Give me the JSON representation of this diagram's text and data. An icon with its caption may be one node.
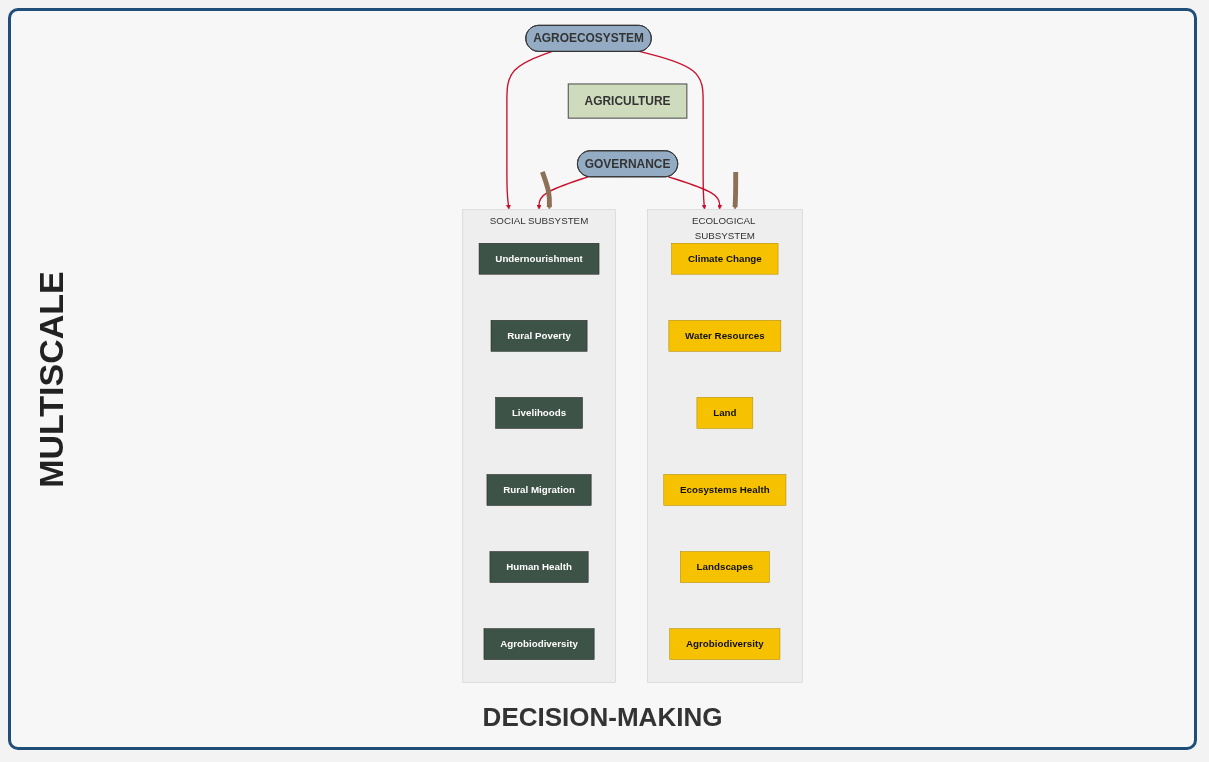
{
  "diagram": {
    "nodes": [
      {
        "text": [
          "AGROECOSYSTEM"
        ]
      },
      {
        "text": [
          "SOCIAL SUBSYSTEM"
        ]
      },
      {
        "text": [
          "Undernourishment"
        ],
        "in": 1
      },
      {
        "text": [
          "Rural Poverty"
        ],
        "in": 1
      },
      {
        "text": [
          "Livelihoods"
        ],
        "in": 1
      },
      {
        "text": [
          "Rural Migration"
        ],
        "in": 1
      },
      {
        "text": [
          "Human Health"
        ],
        "in": 1
      },
      {
        "text": [
          "Agrobiodiversity"
        ],
        "in": 1
      },
      {
        "text": [
          "ECOLOGICAL SUBSYSTEM"
        ]
      },
      {
        "text": [
          "Climate Change"
        ],
        "in": 8
      },
      {
        "text": [
          "Water Resources"
        ],
        "in": 8
      },
      {
        "text": [
          "Land"
        ],
        "in": 8
      },
      {
        "text": [
          "Ecosystems Health"
        ],
        "in": 8
      },
      {
        "text": [
          "Landscapes"
        ],
        "in": 8
      },
      {
        "text": [
          "Agrobiodiversity"
        ],
        "in": 8
      },
      {
        "text": [
          "AGRICULTURE"
        ]
      },
      {
        "text": [
          "GOVERNANCE"
        ]
      }
    ],
    "edges": [
      {
        "from": 0,
        "to": 1,
        "arrow": "to"
      },
      {
        "from": 0,
        "to": 8,
        "arrow": "to"
      },
      {
        "from": 16,
        "to": 1,
        "arrow": "to"
      },
      {
        "from": 16,
        "to": 8,
        "arrow": "to"
      },
      {
        "from": null,
        "to": 1,
        "arrow": "to",
        "style": "thick",
        "color": "#8c7156"
      },
      {
        "from": null,
        "to": 8,
        "arrow": "to",
        "style": "thick",
        "color": "#8c7156"
      }
    ],
    "labels": [
      "MULTISCALE",
      "DECISION-MAKING"
    ]
  }
}
